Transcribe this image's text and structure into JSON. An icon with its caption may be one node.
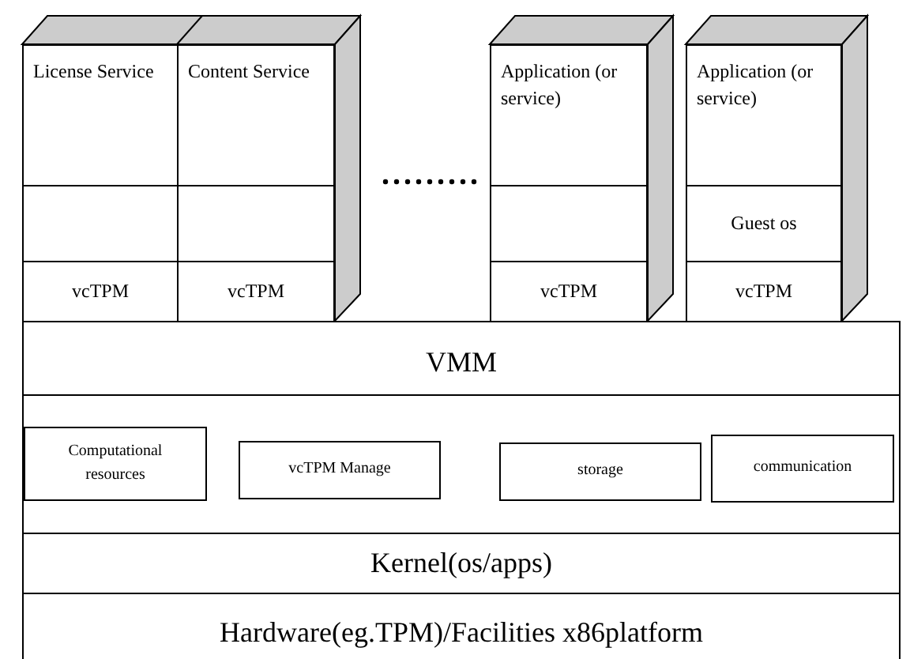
{
  "diagram": {
    "nodes": [
      {
        "text": [
          "License Service"
        ]
      },
      {
        "text": [
          "Content Service"
        ]
      },
      {
        "text": [
          "Application (or service)"
        ]
      },
      {
        "text": [
          "Application (or service)"
        ]
      },
      {
        "text": [],
        "shape": "box"
      },
      {
        "text": [],
        "shape": "box"
      },
      {
        "text": [],
        "shape": "box"
      },
      {
        "text": [
          "Guest os"
        ]
      },
      {
        "text": [
          "vcTPM"
        ]
      },
      {
        "text": [
          "vcTPM"
        ]
      },
      {
        "text": [
          "vcTPM"
        ]
      },
      {
        "text": [
          "vcTPM"
        ]
      },
      {
        "text": [
          "VMM"
        ]
      },
      {
        "text": [
          "Computational resources"
        ],
        "in": 12
      },
      {
        "text": [
          "vcTPM Manage"
        ],
        "in": 12
      },
      {
        "text": [
          "storage"
        ],
        "in": 12
      },
      {
        "text": [
          "communication"
        ],
        "in": 12
      },
      {
        "text": [
          "Kernel(os/apps)"
        ]
      },
      {
        "text": [
          "Hardware(eg.TPM)/Facilities x86platform"
        ]
      }
    ]
  }
}
